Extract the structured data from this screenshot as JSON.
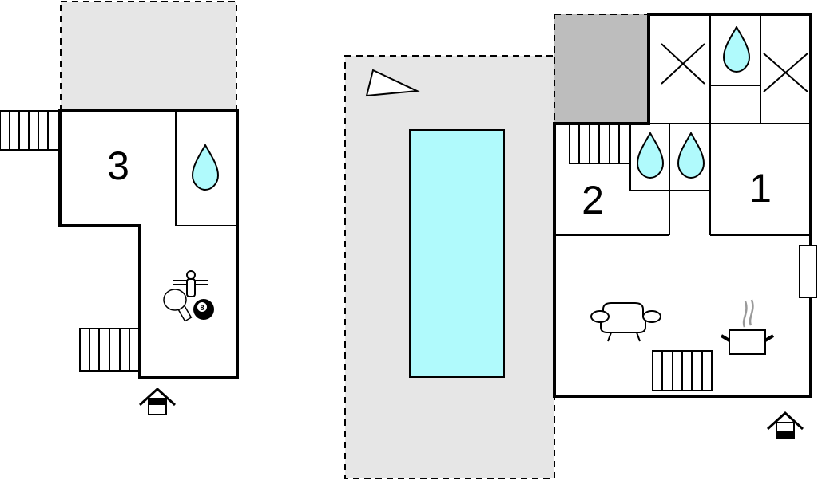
{
  "rooms": {
    "bedroom_1": "1",
    "bedroom_2": "2",
    "bedroom_3": "3"
  },
  "icons": [
    "bathroom-drop-icon",
    "toilet-cross-icon",
    "stairs-icon",
    "entrance-icon",
    "north-arrow-icon",
    "sofa-icon",
    "cooking-pot-icon",
    "radiator-icon",
    "window-icon",
    "table-tennis-icon",
    "foosball-icon",
    "billiard-ball-icon",
    "pool"
  ],
  "billiard_ball_number": "8",
  "colors": {
    "pool": "#b0fafc",
    "terrace": "#e6e6e6",
    "covered_area": "#bdbdbd",
    "walls": "#000000",
    "steam": "#999999"
  }
}
